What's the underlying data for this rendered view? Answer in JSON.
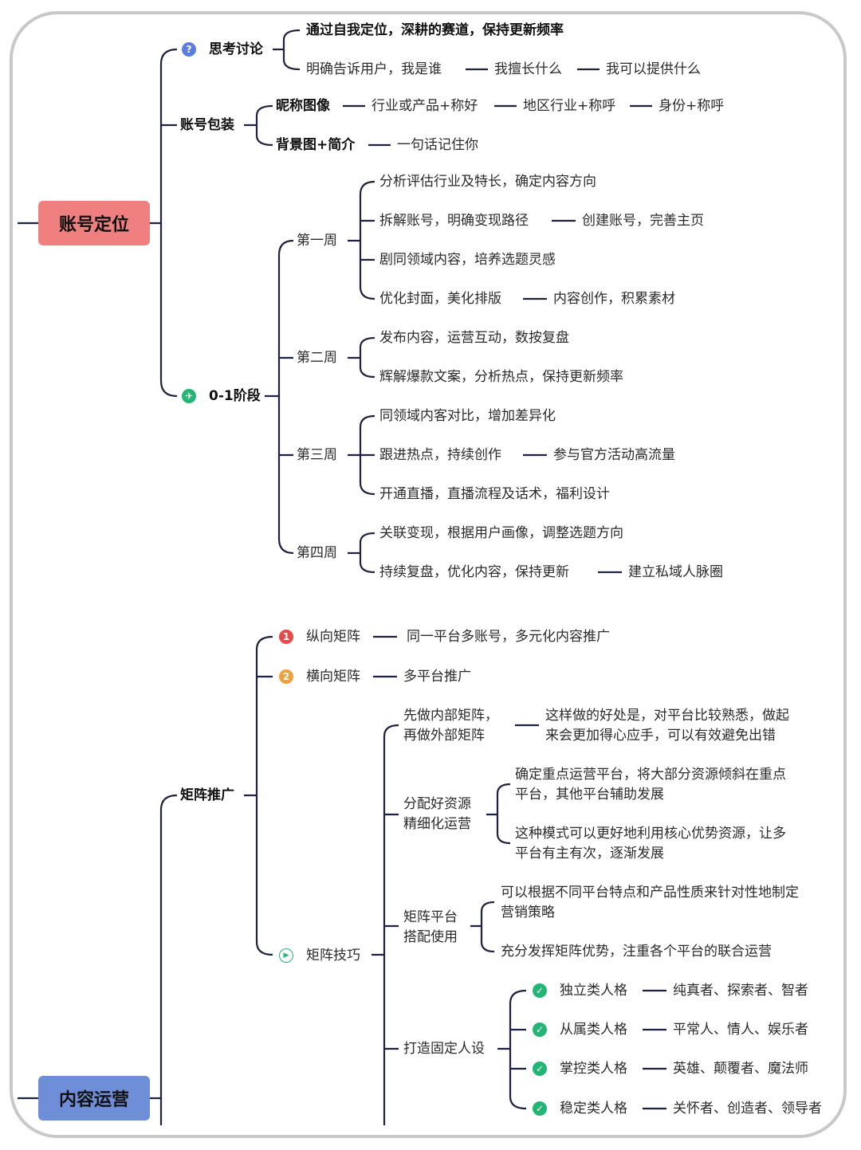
{
  "root1": "账号定位",
  "root2": "内容运营",
  "colors": {
    "root1_bg": "#f08080",
    "root2_bg": "#6f8ed8",
    "line": "#1e2240",
    "icon_green": "#22b573",
    "icon_red": "#e84a4a",
    "icon_orange": "#f0a03c",
    "icon_blue": "#5b7de0"
  },
  "think": {
    "label": "思考讨论",
    "icon": "question-icon",
    "line1": "通过自我定位，深耕的赛道，保持更新频率",
    "line2": [
      "明确告诉用户，我是谁",
      "我擅长什么",
      "我可以提供什么"
    ]
  },
  "pack": {
    "label": "账号包装",
    "nick": {
      "label": "昵称图像",
      "chain": [
        "行业或产品+称好",
        "地区行业+称呼",
        "身份+称呼"
      ]
    },
    "bg": {
      "label": "背景图+简介",
      "chain": [
        "一句话记住你"
      ]
    }
  },
  "stage": {
    "label": "0-1阶段",
    "icon": "runner-icon",
    "weeks": [
      {
        "label": "第一周",
        "items": [
          [
            "分析评估行业及特长，确定内容方向"
          ],
          [
            "拆解账号，明确变现路径",
            "创建账号，完善主页"
          ],
          [
            "剧同领域内容，培养选题灵感"
          ],
          [
            "优化封面，美化排版",
            "内容创作，积累素材"
          ]
        ]
      },
      {
        "label": "第二周",
        "items": [
          [
            "发布内容，运营互动，数按复盘"
          ],
          [
            "辉解爆款文案，分析热点，保持更新频率"
          ]
        ]
      },
      {
        "label": "第三周",
        "items": [
          [
            "同领域内客对比，增加差异化"
          ],
          [
            "跟进热点，持续创作",
            "参与官方活动高流量"
          ],
          [
            "开通直播，直播流程及话术，福利设计"
          ]
        ]
      },
      {
        "label": "第四周",
        "items": [
          [
            "关联变现，根据用户画像，调整选题方向"
          ],
          [
            "持续复盘，优化内容，保持更新",
            "建立私域人脉圈"
          ]
        ]
      }
    ]
  },
  "matrix": {
    "label": "矩阵推广",
    "vertical": {
      "badge": "1",
      "label": "纵向矩阵",
      "text": "同一平台多账号，多元化内容推广"
    },
    "horizontal": {
      "badge": "2",
      "label": "横向矩阵",
      "text": "多平台推广"
    },
    "skills": {
      "label": "矩阵技巧",
      "icon": "play-icon",
      "s1": {
        "label": [
          "先做内部矩阵，",
          "再做外部矩阵"
        ],
        "text": [
          "这样做的好处是，对平台比较熟悉，做起",
          "来会更加得心应手，可以有效避免出错"
        ]
      },
      "s2": {
        "label": [
          "分配好资源",
          "精细化运营"
        ],
        "a": [
          "确定重点运营平台，将大部分资源倾斜在重点",
          "平台，其他平台辅助发展"
        ],
        "b": [
          "这种模式可以更好地利用核心优势资源，让多",
          "平台有主有次，逐渐发展"
        ]
      },
      "s3": {
        "label": [
          "矩阵平台",
          "搭配使用"
        ],
        "a": [
          "可以根据不同平台特点和产品性质来针对性地制定",
          "营销策略"
        ],
        "b": [
          "充分发挥矩阵优势，注重各个平台的联合运营"
        ]
      },
      "s4": {
        "label": "打造固定人设",
        "items": [
          [
            "独立类人格",
            "纯真者、探索者、智者"
          ],
          [
            "从属类人格",
            "平常人、情人、娱乐者"
          ],
          [
            "掌控类人格",
            "英雄、颠覆者、魔法师"
          ],
          [
            "稳定类人格",
            "关怀者、创造者、领导者"
          ]
        ]
      }
    }
  }
}
